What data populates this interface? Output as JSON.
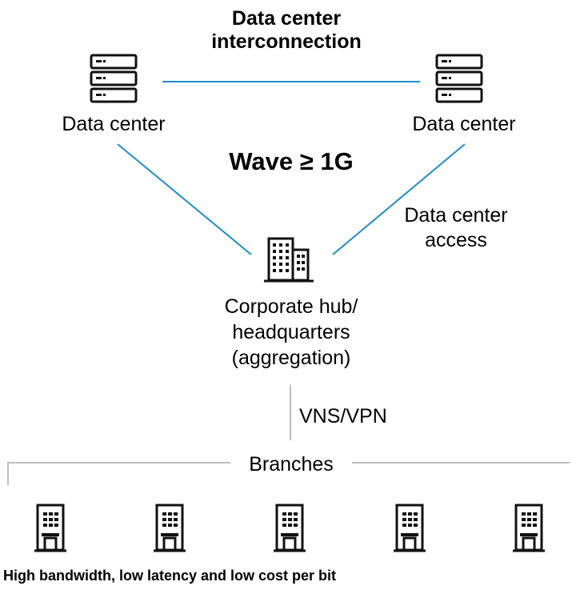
{
  "interconnect": {
    "line1": "Data center",
    "line2": "interconnection"
  },
  "dc_left": {
    "label": "Data center"
  },
  "dc_right": {
    "label": "Data center"
  },
  "wave": {
    "label": "Wave ≥ 1G"
  },
  "access": {
    "line1": "Data center",
    "line2": "access"
  },
  "hub": {
    "line1": "Corporate hub/",
    "line2": "headquarters",
    "line3": "(aggregation)"
  },
  "vns": {
    "label": "VNS/VPN"
  },
  "branches": {
    "label": "Branches",
    "count": 5
  },
  "footer": {
    "text": "High bandwidth, low latency and low cost per bit"
  },
  "colors": {
    "link": "#1f8cc9",
    "branch_link": "#bdbdbd",
    "icon": "#111111"
  },
  "icons": {
    "data_center": "server-rack-icon",
    "hub": "office-towers-icon",
    "branch": "branch-building-icon"
  }
}
